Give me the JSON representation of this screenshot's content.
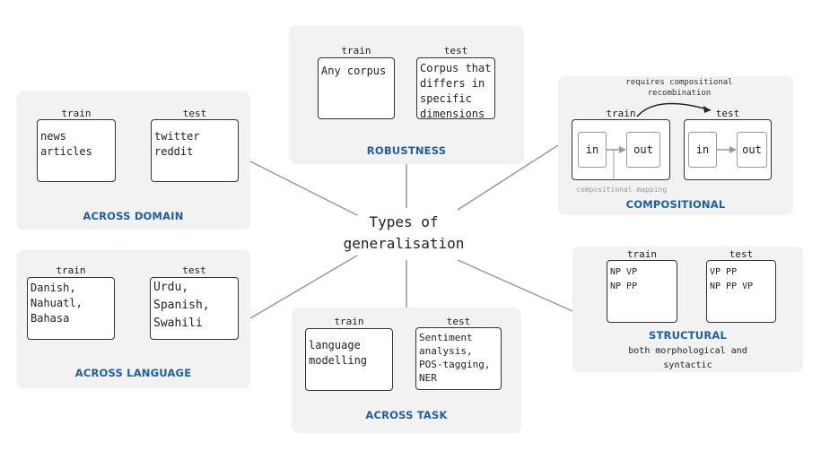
{
  "center_title": "Types of\ngeneralisation",
  "robustness": {
    "title": "ROBUSTNESS",
    "train_label": "train",
    "test_label": "test",
    "train_text": "Any corpus",
    "test_text": "Corpus that\ndiffers in\nspecific\ndimensions"
  },
  "domain": {
    "title": "ACROSS DOMAIN",
    "train_label": "train",
    "test_label": "test",
    "train_text": "news\narticles",
    "test_text": "twitter\nreddit"
  },
  "compositional": {
    "title": "COMPOSITIONAL",
    "train_label": "train",
    "test_label": "test",
    "note": "requires compositional\nrecombination",
    "mapping_label": "compositional mapping",
    "in_label": "in",
    "out_label": "out"
  },
  "language": {
    "title": "ACROSS LANGUAGE",
    "train_label": "train",
    "test_label": "test",
    "train_text": "Danish,\nNahuatl,\nBahasa",
    "test_text": "Urdu,\nSpanish,\nSwahili"
  },
  "task": {
    "title": "ACROSS TASK",
    "train_label": "train",
    "test_label": "test",
    "train_text": "language\nmodelling",
    "test_text": "Sentiment\nanalysis,\nPOS-tagging,\nNER"
  },
  "structural": {
    "title": "STRUCTURAL",
    "train_label": "train",
    "test_label": "test",
    "train_text": "NP VP\nNP PP",
    "test_text": "VP PP\nNP PP VP",
    "description": "both morphological and\nsyntactic"
  }
}
